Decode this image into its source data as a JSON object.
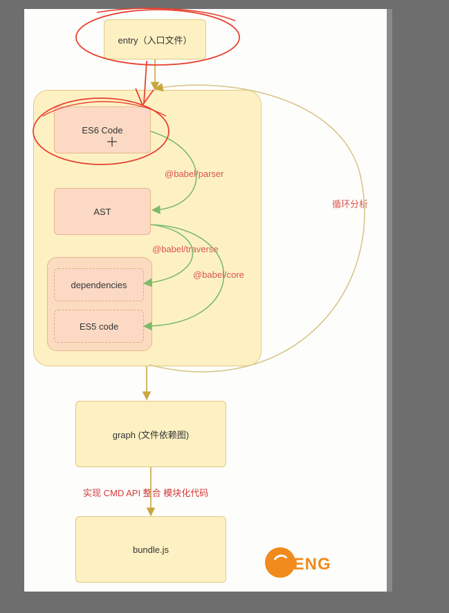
{
  "diagram": {
    "nodes": {
      "entry": "entry（入口文件）",
      "es6_code": "ES6 Code",
      "ast": "AST",
      "dependencies": "dependencies",
      "es5_code": "ES5 code",
      "graph": "graph (文件依赖图)",
      "bundle": "bundle.js"
    },
    "edge_labels": {
      "parser": "@babel/parser",
      "traverse": "@babel/traverse",
      "core": "@babel/core",
      "loop": "循环分析",
      "cmd": "实现 CMD API 整合 模块化代码"
    },
    "colors": {
      "container_fill": "#fdf1c4",
      "node_fill": "#fbd9c4",
      "arrow_green": "#7cba6a",
      "arrow_gold": "#c9a640",
      "annotation_red": "#e8402f",
      "label_red": "#d9534f"
    }
  },
  "logo": {
    "text": "FENG",
    "color": "#f08a1c"
  }
}
